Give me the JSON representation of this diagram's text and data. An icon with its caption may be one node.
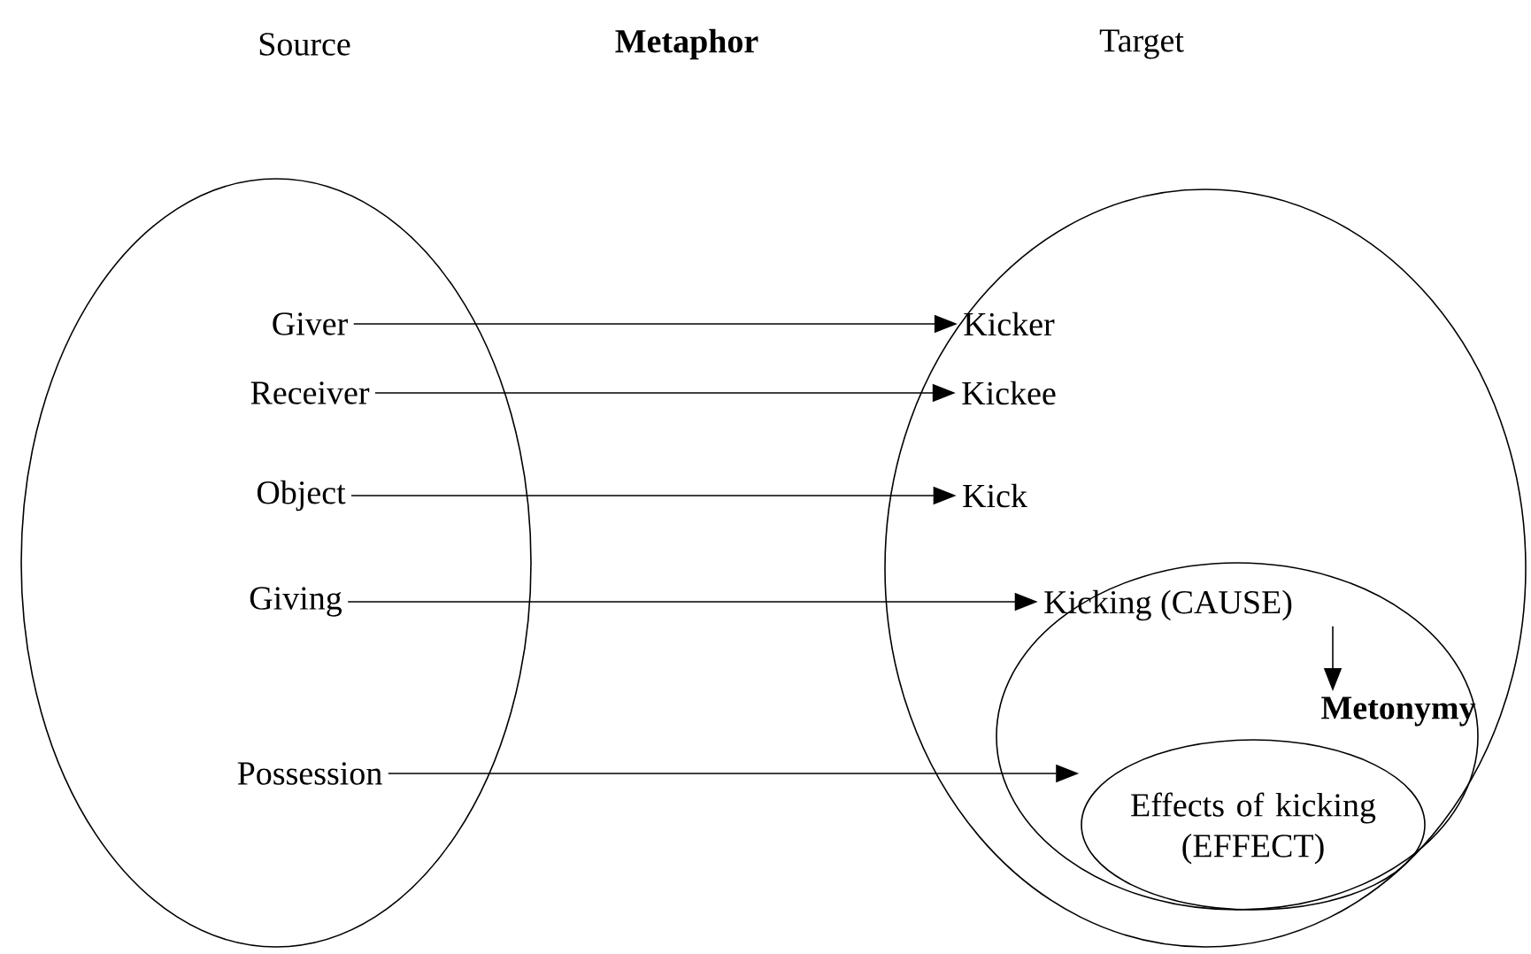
{
  "diagram": {
    "nodes": [
      {
        "text": [
          "Source"
        ]
      },
      {
        "text": [
          "Giver"
        ],
        "in": 0
      },
      {
        "text": [
          "Receiver"
        ],
        "in": 0
      },
      {
        "text": [
          "Object"
        ],
        "in": 0
      },
      {
        "text": [
          "Giving"
        ],
        "in": 0
      },
      {
        "text": [
          "Possession"
        ],
        "in": 0
      },
      {
        "text": [
          "Target"
        ]
      },
      {
        "text": [
          "Kicker"
        ],
        "in": 6
      },
      {
        "text": [
          "Kickee"
        ],
        "in": 6
      },
      {
        "text": [
          "Kick"
        ],
        "in": 6
      },
      {
        "text": [],
        "shape": "ellipse",
        "in": 6
      },
      {
        "text": [
          "Kicking (CAUSE)"
        ],
        "in": 10
      },
      {
        "text": [
          "Metonymy"
        ],
        "in": 10
      },
      {
        "text": [
          "Effects of kicking (EFFECT)"
        ],
        "in": 10
      }
    ],
    "edges": [
      {
        "from": 1,
        "to": 7,
        "arrow": "to"
      },
      {
        "from": 2,
        "to": 8,
        "arrow": "to"
      },
      {
        "from": 3,
        "to": 9,
        "arrow": "to"
      },
      {
        "from": 4,
        "to": 11,
        "arrow": "to"
      },
      {
        "from": 5,
        "to": 13,
        "arrow": "to"
      },
      {
        "from": 11,
        "to": 12,
        "arrow": "to"
      }
    ],
    "labels": [
      "Metaphor"
    ]
  }
}
